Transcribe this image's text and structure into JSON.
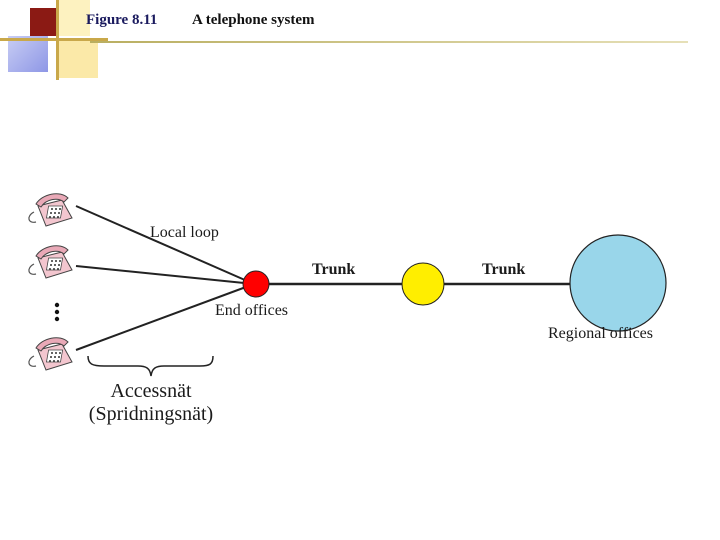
{
  "header": {
    "figure_number": "Figure 8.11",
    "caption": "A telephone system"
  },
  "diagram": {
    "local_loop_label": "Local loop",
    "end_offices_label": "End offices",
    "trunk_label_1": "Trunk",
    "trunk_label_2": "Trunk",
    "regional_offices_label": "Regional offices",
    "access_network_line1": "Accessnät",
    "access_network_line2": "(Spridningsnät)",
    "colors": {
      "end_office": "#ff0000",
      "intermediate_office": "#ffee00",
      "regional_office": "#99d6ea",
      "telephone": "#f0b8c4"
    }
  }
}
